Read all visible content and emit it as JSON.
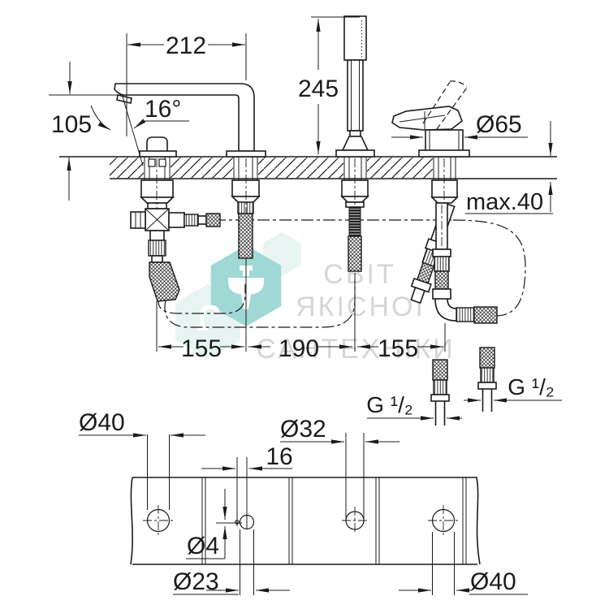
{
  "watermark": {
    "line1": "СВІТ",
    "line2": "ЯКІСНОЇ",
    "line3": "САНТЕХНІКИ",
    "hex_teal": "#9fd8d4",
    "hex_pale": "#e7f4f2",
    "text_color": "#d6d6d6"
  },
  "drawing": {
    "ink": "#1b1b1b",
    "elevation": {
      "spout_reach": "212",
      "spout_height": "105",
      "spout_angle": "16°",
      "shower_height": "245",
      "handle_dia": "Ø65",
      "deck_thickness": "max.40",
      "span_left": "155",
      "span_mid": "190",
      "span_right": "155",
      "thread_left": "G ¹/₂",
      "thread_right": "G ¹/₂"
    },
    "template": {
      "hole_left": "Ø40",
      "hole_shower": "Ø32",
      "pilot_offset": "16",
      "pilot_dia": "Ø4",
      "spout_hole": "Ø23",
      "hole_right": "Ø40"
    }
  }
}
